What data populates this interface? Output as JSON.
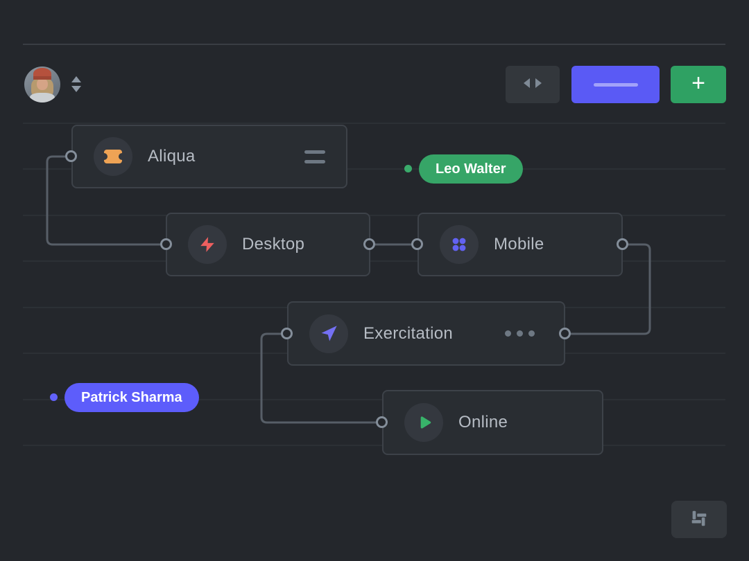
{
  "header": {
    "sorter_icon": "up-down-sort-icon",
    "buttons": {
      "swap": {
        "icon": "left-right-arrows-icon"
      },
      "primary": {
        "icon": "line-placeholder",
        "color": "#5a5af5"
      },
      "add": {
        "label": "+",
        "icon": "plus-icon",
        "color": "#2fa163"
      }
    }
  },
  "nodes": [
    {
      "id": "aliqua",
      "label": "Aliqua",
      "icon": "ticket-icon",
      "icon_color": "#efa355",
      "right_icon": "equals-menu-icon"
    },
    {
      "id": "desktop",
      "label": "Desktop",
      "icon": "lightning-icon",
      "icon_color": "#ed5f5f"
    },
    {
      "id": "mobile",
      "label": "Mobile",
      "icon": "dots-grid-icon",
      "icon_color": "#6262f2"
    },
    {
      "id": "exercitation",
      "label": "Exercitation",
      "icon": "send-arrow-icon",
      "icon_color": "#7470f4",
      "right_icon": "ellipsis-icon"
    },
    {
      "id": "online",
      "label": "Online",
      "icon": "play-icon",
      "icon_color": "#38b36a"
    }
  ],
  "badges": [
    {
      "label": "Leo Walter",
      "color": "#36a567",
      "dot_color": "#3aab6b"
    },
    {
      "label": "Patrick Sharma",
      "color": "#5d5dfb",
      "dot_color": "#6262fa"
    }
  ],
  "connections": [
    {
      "from": "aliqua",
      "to": "desktop"
    },
    {
      "from": "desktop",
      "to": "mobile"
    },
    {
      "from": "mobile",
      "to": "exercitation"
    },
    {
      "from": "exercitation",
      "to": "online"
    }
  ],
  "footer": {
    "settings_icon": "sliders-icon"
  }
}
